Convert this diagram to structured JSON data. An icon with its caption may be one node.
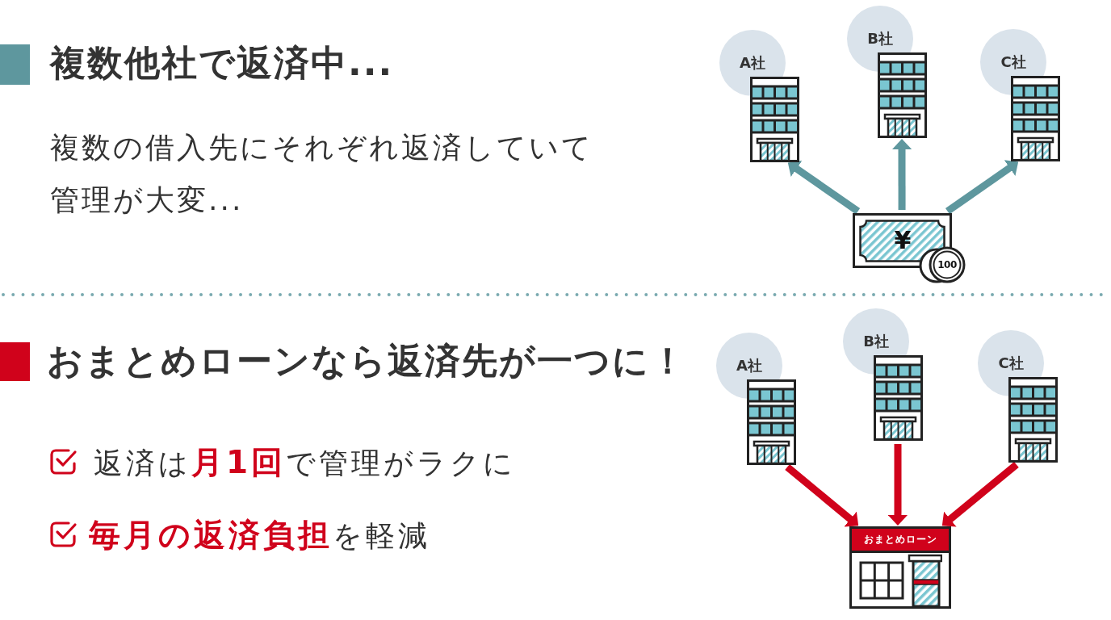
{
  "diagram": {
    "nodes": [
      {
        "text": [
          "A社"
        ]
      },
      {
        "text": [
          "B社"
        ]
      },
      {
        "text": [
          "C社"
        ]
      },
      {
        "text": [
          "¥",
          "100"
        ]
      },
      {
        "text": [
          "A社"
        ]
      },
      {
        "text": [
          "B社"
        ]
      },
      {
        "text": [
          "C社"
        ]
      },
      {
        "text": [
          "おまとめローン"
        ]
      }
    ],
    "edges": [
      {
        "from": 3,
        "to": 0,
        "arrow": "to",
        "color": "#5e979e"
      },
      {
        "from": 3,
        "to": 1,
        "arrow": "to",
        "color": "#5e979e"
      },
      {
        "from": 3,
        "to": 2,
        "arrow": "to",
        "color": "#5e979e"
      },
      {
        "from": 4,
        "to": 7,
        "arrow": "to",
        "color": "#d0021b"
      },
      {
        "from": 5,
        "to": 7,
        "arrow": "to",
        "color": "#d0021b"
      },
      {
        "from": 6,
        "to": 7,
        "arrow": "to",
        "color": "#d0021b"
      }
    ],
    "labels": [
      "複数他社で返済中...",
      "複数の借入先にそれぞれ返済していて管理が大変...",
      "おまとめローンなら返済先が一つに！",
      "返済は**月1回**で管理がラクに",
      "**毎月の返済負担**を軽減"
    ]
  }
}
